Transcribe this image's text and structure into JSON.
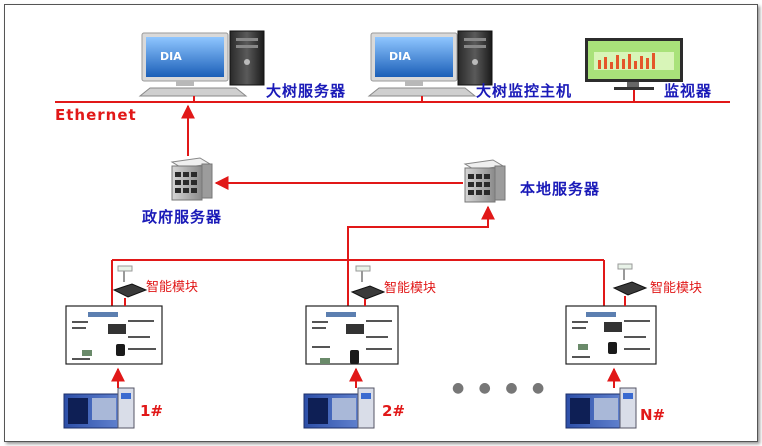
{
  "network": {
    "ethernet_label": "Ethernet"
  },
  "servers": {
    "dashu_server": "大树服务器",
    "dashu_monitor_host": "大树监控主机",
    "monitor_screen": "监视器",
    "government_server": "政府服务器",
    "local_server": "本地服务器"
  },
  "sites": [
    {
      "label": "1#",
      "module_label": "智能模块"
    },
    {
      "label": "2#",
      "module_label": "智能模块"
    },
    {
      "label": "N#",
      "module_label": "智能模块"
    }
  ],
  "ellipsis": "● ● ● ●",
  "colors": {
    "line": "#e11818",
    "label_blue": "#1a1ab8",
    "label_red": "#e11818"
  }
}
